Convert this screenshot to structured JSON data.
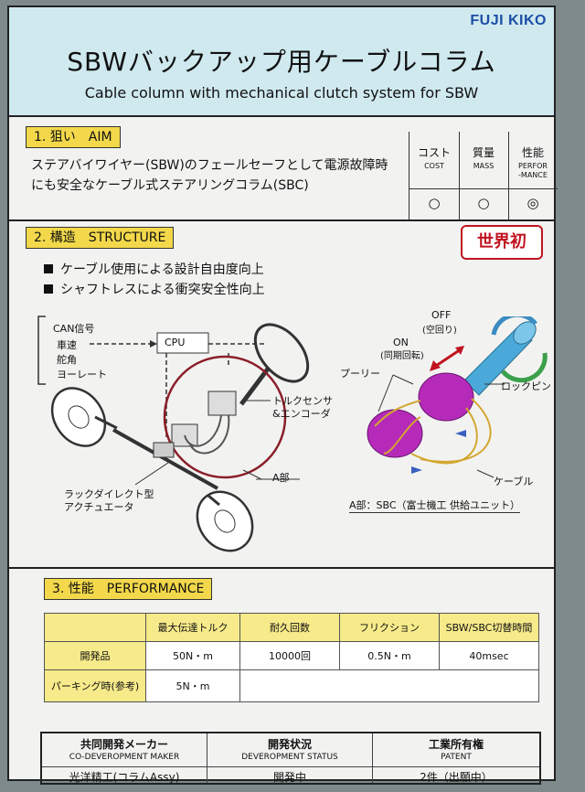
{
  "logo": "FUJI KIKO",
  "title_jp": "SBWバックアップ用ケーブルコラム",
  "title_en": "Cable column with mechanical clutch system for SBW",
  "aim": {
    "label": "1. 狙い　AIM",
    "text": "ステアバイワイヤー(SBW)のフェールセーフとして電源故障時にも安全なケーブル式ステアリングコラム(SBC)",
    "eval": [
      {
        "jp": "コスト",
        "en": "COST",
        "mark": "○"
      },
      {
        "jp": "質量",
        "en": "MASS",
        "mark": "○"
      },
      {
        "jp": "性能",
        "en": "PERFOR\n-MANCE",
        "mark": "◎"
      }
    ]
  },
  "structure": {
    "label": "2. 構造　STRUCTURE",
    "badge": "世界初",
    "bullets": [
      "ケーブル使用による設計自由度向上",
      "シャフトレスによる衝突安全性向上"
    ],
    "diagram_labels": {
      "can": "CAN信号",
      "can_items": [
        "車速",
        "舵角",
        "ヨーレート"
      ],
      "cpu": "CPU",
      "torque_sensor": "トルクセンサ",
      "encoder": "&エンコーダ",
      "a_part": "A部",
      "actuator1": "ラックダイレクト型",
      "actuator2": "アクチュエータ",
      "on": "ON",
      "on_sub": "(同期回転)",
      "off": "OFF",
      "off_sub": "(空回り)",
      "pulley": "プーリー",
      "lock_pin": "ロックピン",
      "cable": "ケーブル",
      "caption": "A部：SBC（富士機工 供給ユニット）"
    }
  },
  "performance": {
    "label": "3. 性能　PERFORMANCE",
    "headers": [
      "最大伝達トルク",
      "耐久回数",
      "フリクション",
      "SBW/SBC切替時間"
    ],
    "rows": [
      {
        "name": "開発品",
        "values": [
          "50N・m",
          "10000回",
          "0.5N・m",
          "40msec"
        ]
      },
      {
        "name": "パーキング時(参考)",
        "values": [
          "5N・m",
          "",
          "",
          ""
        ]
      }
    ]
  },
  "footer": [
    {
      "jp": "共同開発メーカー",
      "en": "CO-DEVEROPMENT MAKER",
      "value": "光洋精工(コラムAssy)"
    },
    {
      "jp": "開発状況",
      "en": "DEVEROPMENT STATUS",
      "value": "開発中"
    },
    {
      "jp": "工業所有権",
      "en": "PATENT",
      "value": "2件（出願中）"
    }
  ],
  "colors": {
    "accent_yellow": "#f2d84a",
    "header_blue": "#cfe9ef",
    "badge_red": "#c1121f",
    "pulley_magenta": "#b52ab8"
  }
}
